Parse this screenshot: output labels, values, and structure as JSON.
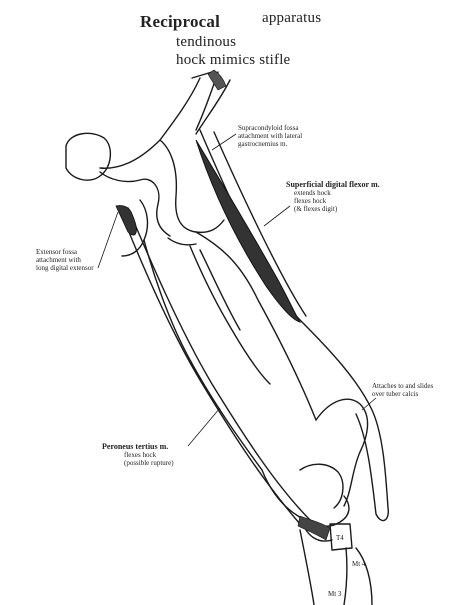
{
  "title": {
    "line1_left": "Reciprocal",
    "line1_right": "apparatus",
    "line2": "tendinous",
    "line3": "hock mimics stifle"
  },
  "labels": {
    "supracondyloid": [
      "Supracondyloid fossa",
      "attachment with lateral",
      "gastrocnemius m."
    ],
    "sdf_title": "Superficial digital flexor m.",
    "sdf_lines": [
      "extends hock",
      "flexes hock",
      "(& flexes digit)"
    ],
    "extensor_fossa": [
      "Extensor fossa",
      "attachment with",
      "long digital extensor"
    ],
    "attaches": [
      "Attaches to and slides",
      "over tuber calcis"
    ],
    "peroneus_title": "Peroneus tertius m.",
    "peroneus_lines": [
      "flexes hock",
      "(possible rupture)"
    ],
    "bones": {
      "t4": "T4",
      "mt4": "Mt 4",
      "mt3": "Mt 3"
    }
  }
}
